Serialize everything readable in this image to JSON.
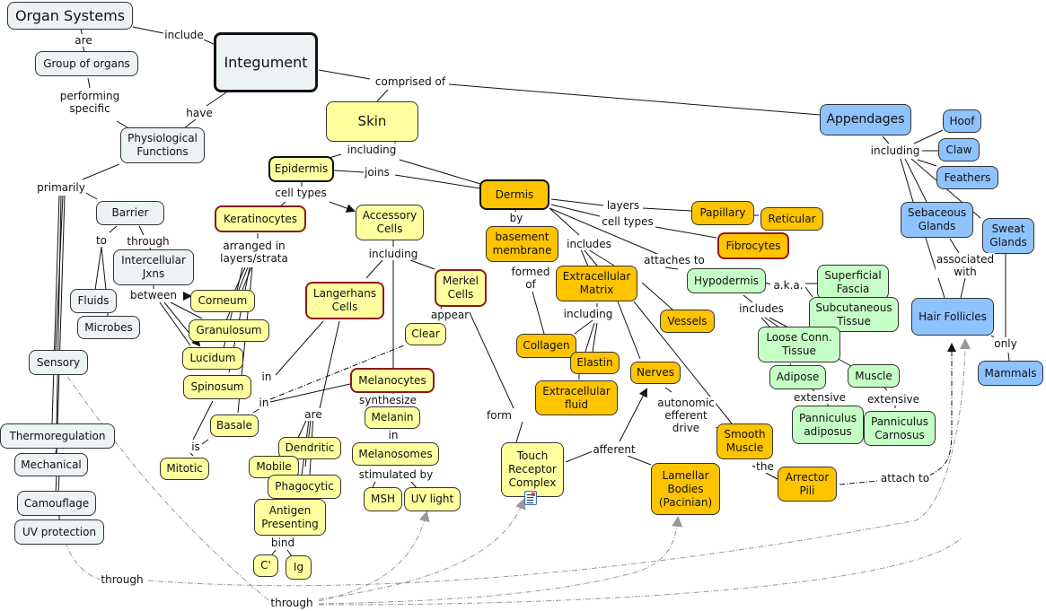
{
  "title": "Integument Concept Map",
  "nodes": {
    "organ_systems": "Organ Systems",
    "integument": "Integument",
    "group_of_organs": "Group of organs",
    "physiological_functions": "Physiological\nFunctions",
    "skin": "Skin",
    "appendages": "Appendages",
    "epidermis": "Epidermis",
    "dermis": "Dermis",
    "barrier": "Barrier",
    "intercellular_jxns": "Intercellular\nJxns",
    "fluids": "Fluids",
    "microbes": "Microbes",
    "sensory": "Sensory",
    "thermoregulation": "Thermoregulation",
    "mechanical": "Mechanical",
    "camouflage": "Camouflage",
    "uv_protection": "UV protection",
    "keratinocytes": "Keratinocytes",
    "accessory_cells": "Accessory\nCells",
    "corneum": "Corneum",
    "granulosum": "Granulosum",
    "lucidum": "Lucidum",
    "spinosum": "Spinosum",
    "basale": "Basale",
    "mitotic": "Mitotic",
    "langerhans": "Langerhans\nCells",
    "merkel": "Merkel\nCells",
    "clear": "Clear",
    "melanocytes": "Melanocytes",
    "melanin": "Melanin",
    "melanosomes": "Melanosomes",
    "msh": "MSH",
    "uv_light": "UV light",
    "dendritic": "Dendritic",
    "mobile": "Mobile",
    "phagocytic": "Phagocytic",
    "antigen_presenting": "Antigen\nPresenting",
    "c_prime": "C'",
    "ig": "Ig",
    "touch_receptor": "Touch\nReceptor\nComplex",
    "basement_membrane": "basement\nmembrane",
    "extracellular_matrix": "Extracellular\nMatrix",
    "collagen": "Collagen",
    "elastin": "Elastin",
    "extracellular_fluid": "Extracellular\nfluid",
    "vessels": "Vessels",
    "nerves": "Nerves",
    "smooth_muscle": "Smooth\nMuscle",
    "arrector_pili": "Arrector\nPili",
    "lamellar_bodies": "Lamellar\nBodies\n(Pacinian)",
    "papillary": "Papillary",
    "reticular": "Reticular",
    "fibrocytes": "Fibrocytes",
    "hypodermis": "Hypodermis",
    "superficial_fascia": "Superficial\nFascia",
    "subcutaneous_tissue": "Subcutaneous\nTissue",
    "loose_conn_tissue": "Loose Conn.\nTissue",
    "adipose": "Adipose",
    "muscle": "Muscle",
    "panniculus_adiposus": "Panniculus\nadiposus",
    "panniculus_carnosus": "Panniculus\nCarnosus",
    "hoof": "Hoof",
    "claw": "Claw",
    "feathers": "Feathers",
    "sebaceous_glands": "Sebaceous\nGlands",
    "sweat_glands": "Sweat\nGlands",
    "hair_follicles": "Hair Follicles",
    "mammals": "Mammals"
  },
  "links": {
    "include": "include",
    "are": "are",
    "performing_specific": "performing\nspecific",
    "have": "have",
    "comprised_of": "comprised of",
    "primarily": "primarily",
    "to": "to",
    "through_barrier": "through",
    "between": "between",
    "including_skin": "including",
    "joins": "joins",
    "cell_types_epi": "cell types",
    "arranged_in": "arranged in\nlayers/strata",
    "including_acc": "including",
    "in_spinosum_1": "in",
    "in_spinosum_2": "in",
    "is": "is",
    "are_langerhans": "are",
    "bind": "bind",
    "synthesize": "synthesize",
    "in_melanin": "in",
    "stimulated_by": "stimulated by",
    "appear": "appear",
    "form": "form",
    "afferent": "afferent",
    "by": "by",
    "formed_of": "formed\nof",
    "includes_dermis": "includes",
    "including_ecm": "including",
    "layers": "layers",
    "cell_types_dermis": "cell types",
    "attaches_to": "attaches to",
    "autonomic": "autonomic\nefferent\ndrive",
    "the": "the",
    "aka": "a.k.a.",
    "includes_hypo": "includes",
    "extensive_1": "extensive",
    "extensive_2": "extensive",
    "including_app": "including",
    "associated_with": "associated\nwith",
    "only": "only",
    "attach_to": "attach to",
    "through_1": "through",
    "through_2": "through"
  },
  "icons": {
    "touch_receptor_resource": "document-image-icon"
  },
  "colors": {
    "gray": "#edf2f4",
    "yellow": "#ffff9f",
    "orange": "#ffc400",
    "green": "#c6ffc6",
    "blue": "#8fc3ff",
    "red_border": "#8b1a1a",
    "dashed_link": "#999999"
  }
}
